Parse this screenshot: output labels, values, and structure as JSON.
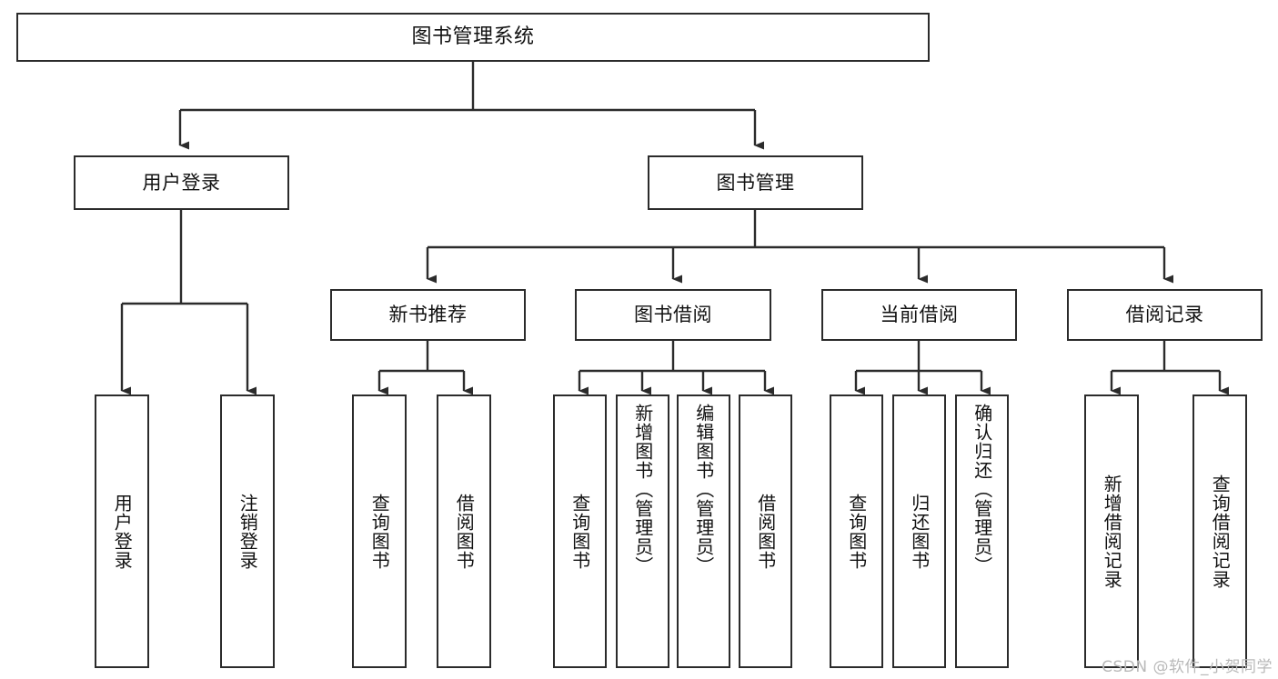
{
  "diagram": {
    "type": "tree",
    "title": "图书管理系统",
    "orientation": "top-down",
    "colors": {
      "box_border": "#2b2b2b",
      "box_fill": "#ffffff",
      "connector": "#2b2b2b",
      "text": "#111111",
      "watermark": "#b9b9b9",
      "background": "#ffffff"
    },
    "levels": 4
  },
  "root": {
    "label": "图书管理系统"
  },
  "level2": [
    {
      "label": "用户登录"
    },
    {
      "label": "图书管理"
    }
  ],
  "level3": [
    {
      "label": "新书推荐"
    },
    {
      "label": "图书借阅"
    },
    {
      "label": "当前借阅"
    },
    {
      "label": "借阅记录"
    }
  ],
  "leaves": {
    "user_login": [
      {
        "label": "用户登录"
      },
      {
        "label": "注销登录"
      }
    ],
    "new_book_recommend": [
      {
        "label": "查询图书"
      },
      {
        "label": "借阅图书"
      }
    ],
    "book_borrow": [
      {
        "label": "查询图书"
      },
      {
        "label": "新增图书（管理员）"
      },
      {
        "label": "编辑图书（管理员）"
      },
      {
        "label": "借阅图书"
      }
    ],
    "current_borrow": [
      {
        "label": "查询图书"
      },
      {
        "label": "归还图书"
      },
      {
        "label": "确认归还（管理员）"
      }
    ],
    "borrow_record": [
      {
        "label": "新增借阅记录"
      },
      {
        "label": "查询借阅记录"
      }
    ]
  },
  "watermark": {
    "text": "CSDN @软件_小贺同学"
  }
}
